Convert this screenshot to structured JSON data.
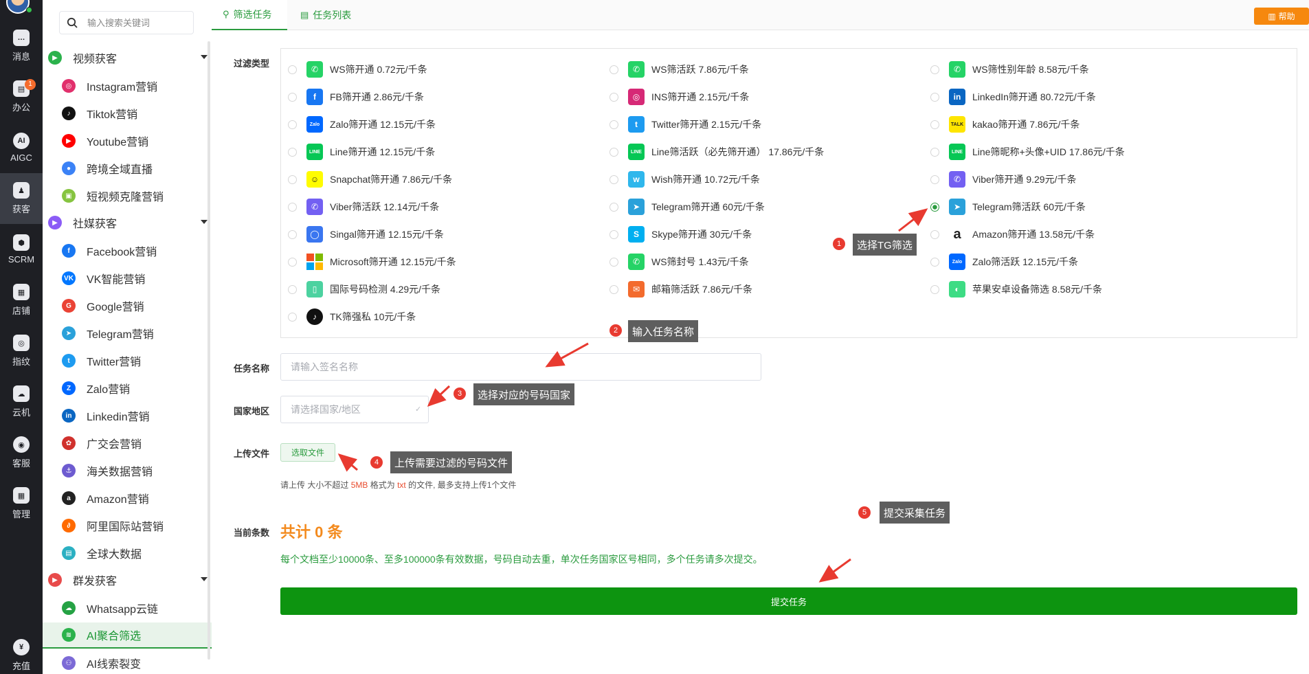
{
  "rail": {
    "items": [
      {
        "label": "消息",
        "icon": "chat-icon"
      },
      {
        "label": "办公",
        "icon": "office-icon",
        "badge": "1"
      },
      {
        "label": "AIGC",
        "icon": "ai-icon"
      },
      {
        "label": "获客",
        "icon": "user-plus-icon",
        "active": true
      },
      {
        "label": "SCRM",
        "icon": "scrm-icon"
      },
      {
        "label": "店铺",
        "icon": "shop-icon"
      },
      {
        "label": "指纹",
        "icon": "fingerprint-icon"
      },
      {
        "label": "云机",
        "icon": "cloud-phone-icon"
      },
      {
        "label": "客服",
        "icon": "support-icon"
      },
      {
        "label": "管理",
        "icon": "grid-icon"
      },
      {
        "label": "充值",
        "icon": "yen-icon"
      }
    ]
  },
  "search": {
    "placeholder": "输入搜索关键词"
  },
  "menu": {
    "groups": [
      {
        "label": "视频获客",
        "color": "#2bb24c"
      },
      {
        "label": "社媒获客",
        "color": "#8b5cf6"
      },
      {
        "label": "群发获客",
        "color": "#e84b4b"
      }
    ],
    "items": [
      {
        "label": "Instagram营销",
        "icon": "instagram-icon",
        "color": "#e1306c",
        "glyph": "◎"
      },
      {
        "label": "Tiktok营销",
        "icon": "tiktok-icon",
        "color": "#111111",
        "glyph": "♪"
      },
      {
        "label": "Youtube营销",
        "icon": "youtube-icon",
        "color": "#ff0000",
        "glyph": "▶"
      },
      {
        "label": "跨境全域直播",
        "icon": "live-icon",
        "color": "#3b82f6",
        "glyph": "●"
      },
      {
        "label": "短视频克隆营销",
        "icon": "video-clone-icon",
        "color": "#86c440",
        "glyph": "▣"
      },
      {
        "label": "Facebook营销",
        "icon": "facebook-icon",
        "color": "#1877f2",
        "glyph": "f"
      },
      {
        "label": "VK智能营销",
        "icon": "vk-icon",
        "color": "#0077ff",
        "glyph": "VK"
      },
      {
        "label": "Google营销",
        "icon": "google-icon",
        "color": "#ea4335",
        "glyph": "G"
      },
      {
        "label": "Telegram营销",
        "icon": "telegram-icon",
        "color": "#2aa1da",
        "glyph": "➤"
      },
      {
        "label": "Twitter营销",
        "icon": "twitter-icon",
        "color": "#1d9bf0",
        "glyph": "t"
      },
      {
        "label": "Zalo营销",
        "icon": "zalo-icon",
        "color": "#0068ff",
        "glyph": "Z"
      },
      {
        "label": "Linkedin营销",
        "icon": "linkedin-icon",
        "color": "#0a66c2",
        "glyph": "in"
      },
      {
        "label": "广交会营销",
        "icon": "canton-fair-icon",
        "color": "#d0312d",
        "glyph": "✿"
      },
      {
        "label": "海关数据营销",
        "icon": "customs-icon",
        "color": "#6d5bd0",
        "glyph": "⚓"
      },
      {
        "label": "Amazon营销",
        "icon": "amazon-icon",
        "color": "#222222",
        "glyph": "a"
      },
      {
        "label": "阿里国际站营销",
        "icon": "alibaba-icon",
        "color": "#ff6a00",
        "glyph": "∂"
      },
      {
        "label": "全球大数据",
        "icon": "big-data-icon",
        "color": "#2bb0c2",
        "glyph": "▤"
      },
      {
        "label": "Whatsapp云链",
        "icon": "whatsapp-cloud-icon",
        "color": "#25a244",
        "glyph": "☁"
      },
      {
        "label": "AI聚合筛选",
        "icon": "ai-filter-icon",
        "color": "#2bb24c",
        "glyph": "≋",
        "active": true
      },
      {
        "label": "AI线索裂变",
        "icon": "ai-lead-icon",
        "color": "#7c6ad6",
        "glyph": "⚇"
      }
    ]
  },
  "tabs": [
    {
      "label": "筛选任务",
      "active": true
    },
    {
      "label": "任务列表",
      "active": false
    }
  ],
  "help": {
    "label": "帮助"
  },
  "form": {
    "filter_type_label": "过滤类型",
    "options": [
      {
        "label": "WS筛开通 0.72元/千条",
        "icon": "whatsapp-icon",
        "color": "#25d366",
        "glyph": "✆"
      },
      {
        "label": "WS筛活跃 7.86元/千条",
        "icon": "whatsapp-icon",
        "color": "#25d366",
        "glyph": "✆"
      },
      {
        "label": "WS筛性别年龄 8.58元/千条",
        "icon": "whatsapp-icon",
        "color": "#25d366",
        "glyph": "✆"
      },
      {
        "label": "FB筛开通 2.86元/千条",
        "icon": "facebook-icon",
        "color": "#1877f2",
        "glyph": "f"
      },
      {
        "label": "INS筛开通 2.15元/千条",
        "icon": "instagram-icon",
        "color": "#d62976",
        "glyph": "◎"
      },
      {
        "label": "LinkedIn筛开通 80.72元/千条",
        "icon": "linkedin-icon",
        "color": "#0a66c2",
        "glyph": "in"
      },
      {
        "label": "Zalo筛开通 12.15元/千条",
        "icon": "zalo-icon",
        "color": "#0068ff",
        "glyph": "Zalo"
      },
      {
        "label": "Twitter筛开通 2.15元/千条",
        "icon": "twitter-icon",
        "color": "#1d9bf0",
        "glyph": "t"
      },
      {
        "label": "kakao筛开通 7.86元/千条",
        "icon": "kakao-icon",
        "color": "#fee500",
        "glyph": "TALK"
      },
      {
        "label": "Line筛开通 12.15元/千条",
        "icon": "line-icon",
        "color": "#06c755",
        "glyph": "LINE"
      },
      {
        "label": "Line筛活跃（必先筛开通） 17.86元/千条",
        "icon": "line-icon",
        "color": "#06c755",
        "glyph": "LINE"
      },
      {
        "label": "Line筛昵称+头像+UID 17.86元/千条",
        "icon": "line-icon",
        "color": "#06c755",
        "glyph": "LINE"
      },
      {
        "label": "Snapchat筛开通 7.86元/千条",
        "icon": "snapchat-icon",
        "color": "#fffc00",
        "glyph": "☺"
      },
      {
        "label": "Wish筛开通 10.72元/千条",
        "icon": "wish-icon",
        "color": "#2fb7ec",
        "glyph": "w"
      },
      {
        "label": "Viber筛开通 9.29元/千条",
        "icon": "viber-icon",
        "color": "#7360f2",
        "glyph": "✆"
      },
      {
        "label": "Viber筛活跃 12.14元/千条",
        "icon": "viber-icon",
        "color": "#7360f2",
        "glyph": "✆"
      },
      {
        "label": "Telegram筛开通 60元/千条",
        "icon": "telegram-icon",
        "color": "#2aa1da",
        "glyph": "➤"
      },
      {
        "label": "Telegram筛活跃 60元/千条",
        "icon": "telegram-icon",
        "color": "#2aa1da",
        "glyph": "➤",
        "checked": true
      },
      {
        "label": "Singal筛开通 12.15元/千条",
        "icon": "signal-icon",
        "color": "#3a76f0",
        "glyph": "◯"
      },
      {
        "label": "Skype筛开通 30元/千条",
        "icon": "skype-icon",
        "color": "#00aff0",
        "glyph": "S"
      },
      {
        "label": "Amazon筛开通 13.58元/千条",
        "icon": "amazon-icon",
        "color": "#ffffff",
        "glyph": "a"
      },
      {
        "label": "Microsoft筛开通 12.15元/千条",
        "icon": "microsoft-icon",
        "color": "#ffffff",
        "glyph": ""
      },
      {
        "label": "WS筛封号 1.43元/千条",
        "icon": "whatsapp-icon",
        "color": "#25d366",
        "glyph": "✆"
      },
      {
        "label": "Zalo筛活跃 12.15元/千条",
        "icon": "zalo-icon",
        "color": "#0068ff",
        "glyph": "Zalo"
      },
      {
        "label": "国际号码检测 4.29元/千条",
        "icon": "number-check-icon",
        "color": "#4cd2a0",
        "glyph": "▯"
      },
      {
        "label": "邮箱筛活跃 7.86元/千条",
        "icon": "mail-icon",
        "color": "#f36b2d",
        "glyph": "✉"
      },
      {
        "label": "苹果安卓设备筛选 8.58元/千条",
        "icon": "apple-android-icon",
        "color": "#3ddc84",
        "glyph": "◐"
      },
      {
        "label": "TK筛强私 10元/千条",
        "icon": "tiktok-icon",
        "color": "#111111",
        "glyph": "♪"
      }
    ],
    "task_name_label": "任务名称",
    "task_name_placeholder": "请输入签名名称",
    "country_label": "国家地区",
    "country_placeholder": "请选择国家/地区",
    "upload_label": "上传文件",
    "upload_button": "选取文件",
    "hint_prefix": "请上传 大小不超过",
    "hint_size": "5MB",
    "hint_mid": "格式为",
    "hint_format": "txt",
    "hint_suffix": "的文件, 最多支持上传1个文件",
    "count_label": "当前条数",
    "count_text": "共计 0 条",
    "notice": "每个文档至少10000条、至多100000条有效数据，号码自动去重，单次任务国家区号相同，多个任务请多次提交。",
    "submit_label": "提交任务"
  },
  "annotations": [
    {
      "num": "1",
      "text": "选择TG筛选"
    },
    {
      "num": "2",
      "text": "输入任务名称"
    },
    {
      "num": "3",
      "text": "选择对应的号码国家"
    },
    {
      "num": "4",
      "text": "上传需要过滤的号码文件"
    },
    {
      "num": "5",
      "text": "提交采集任务"
    }
  ],
  "colors": {
    "accent": "#2a9b3e",
    "submit": "#0d9410",
    "count": "#f38a1d",
    "help": "#f6880e",
    "annotation": "#e83a30"
  }
}
